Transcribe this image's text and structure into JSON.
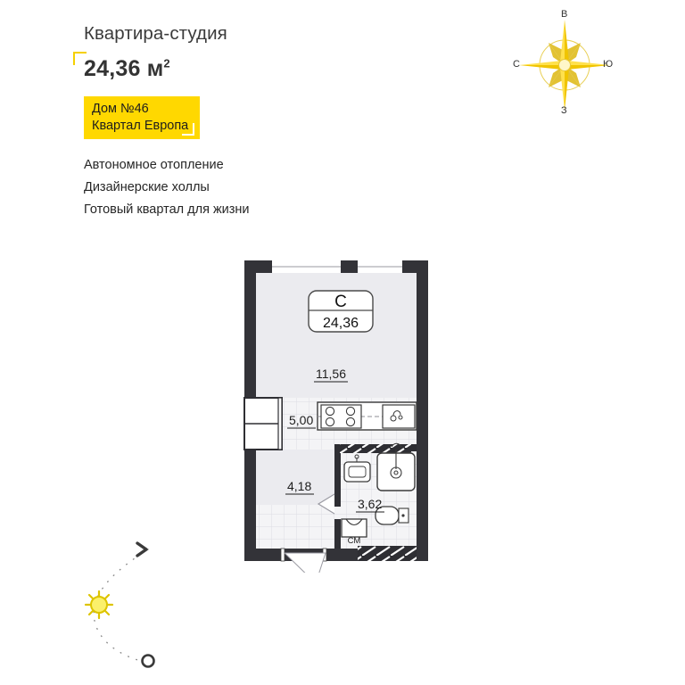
{
  "header": {
    "apartment_type": "Квартира-студия",
    "area_value": "24,36",
    "area_unit": "м",
    "area_unit_sup": "2",
    "badge": {
      "line1": "Дом №46",
      "line2": "Квартал Европа",
      "color": "#ffd800"
    },
    "features": [
      "Автономное отопление",
      "Дизайнерские холлы",
      "Готовый квартал для жизни"
    ]
  },
  "compass": {
    "north": "В",
    "west": "С",
    "east": "Ю",
    "south": "З",
    "color": "#f2c200"
  },
  "sun_path": {
    "sun_color": "#f5e400",
    "marker_start": "❯",
    "marker_end": "◯"
  },
  "floor_plan": {
    "badge": {
      "letter": "С",
      "total_area": "24,36"
    },
    "rooms": [
      {
        "name": "living-room",
        "label": "11,56"
      },
      {
        "name": "kitchen",
        "label": "5,00"
      },
      {
        "name": "hallway",
        "label": "4,18"
      },
      {
        "name": "bathroom",
        "label": "3,62"
      }
    ],
    "fixtures": [
      {
        "name": "washing-machine",
        "label": "СМ"
      }
    ],
    "colors": {
      "wall": "#333338",
      "room_fill": "#ebebef",
      "tile_fill": "#f4f4f6",
      "tile_line": "#d8d8de",
      "fixture_stroke": "#3a3a3a",
      "text": "#1d1d1d"
    }
  }
}
